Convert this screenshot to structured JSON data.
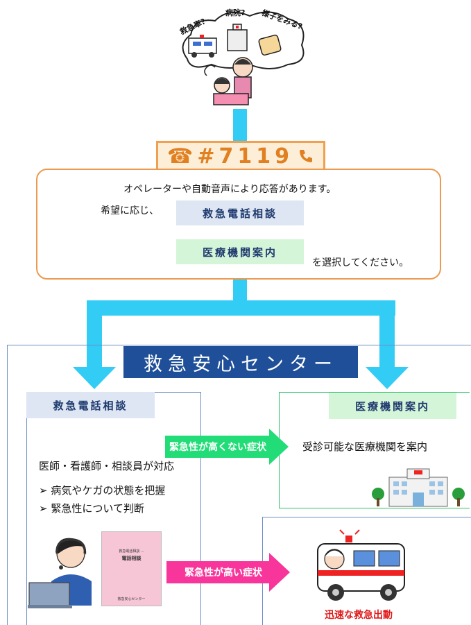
{
  "thoughts": {
    "ambulance": "救急車?",
    "hospital": "病院?",
    "wait": "様子をみる?"
  },
  "phone_number": "☎#7119",
  "info": {
    "line1": "オペレーターや自動音声により応答があります。",
    "prefix": "希望に応じ、",
    "option1": "救急電話相談",
    "option2": "医療機関案内",
    "suffix": "を選択してください。"
  },
  "center_title": "救急安心センター",
  "consult": {
    "title": "救急電話相談",
    "staff": "医師・看護師・相談員が対応",
    "point1": "➢ 病気やケガの状態を把握",
    "point2": "➢ 緊急性について判断",
    "manual_top": "救急電話相談 ...",
    "manual_title": "電話相談",
    "manual_bottom": "救急安心センター"
  },
  "guide": {
    "title": "医療機関案内",
    "desc": "受診可能な医療機関を案内"
  },
  "arrows": {
    "low": "緊急性が高くない症状",
    "high": "緊急性が高い症状"
  },
  "dispatch": "迅速な救急出動",
  "colors": {
    "blue_arrow": "#33ccf5",
    "green_arrow": "#22dd77",
    "pink_arrow": "#f7359a",
    "navy": "#1f4f98",
    "orange": "#ec9a50"
  }
}
